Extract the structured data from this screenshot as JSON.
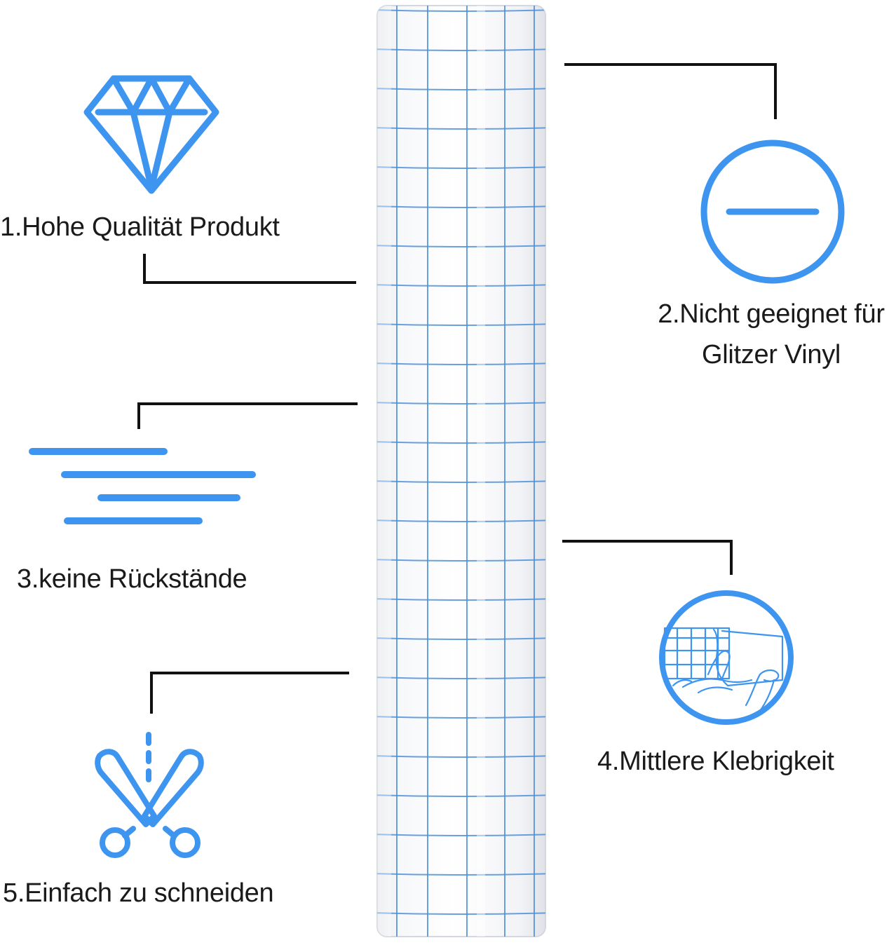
{
  "accent_color": "#3e95f0",
  "grid_color": "#4f8fd8",
  "line_color": "#111111",
  "features": [
    {
      "label": "1.Hohe Qualität Produkt",
      "icon": "diamond-icon"
    },
    {
      "label_line1": "2.Nicht geeignet für",
      "label_line2": "Glitzer Vinyl",
      "icon": "minus-circle-icon"
    },
    {
      "label": "3.keine Rückstände",
      "icon": "horizontal-lines-icon"
    },
    {
      "label": "4.Mittlere Klebrigkeit",
      "icon": "peeling-tape-circle-icon"
    },
    {
      "label": "5.Einfach zu schneiden",
      "icon": "scissors-icon"
    }
  ]
}
